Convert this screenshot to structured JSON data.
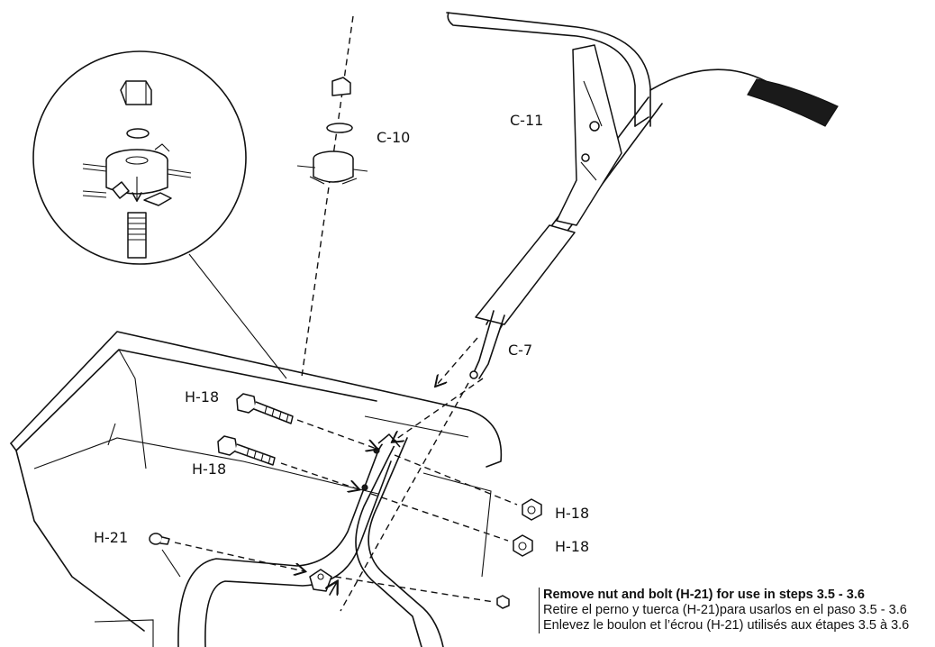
{
  "labels": {
    "c10": "C-10",
    "c11": "C-11",
    "c7": "C-7",
    "h18_a": "H-18",
    "h18_b": "H-18",
    "h18_c": "H-18",
    "h18_d": "H-18",
    "h21": "H-21"
  },
  "note": {
    "en": "Remove nut and bolt (H-21) for use in steps 3.5 - 3.6",
    "es": "Retire el perno y tuerca (H-21)para usarlos en el paso 3.5 - 3.6",
    "fr": "Enlevez le boulon et l’écrou (H-21) utilisés aux étapes 3.5 à 3.6"
  },
  "icons": [
    "detail-magnifier-circle",
    "handle-grip",
    "hopper",
    "bolt",
    "nut",
    "screw",
    "dashed-assembly-arrow"
  ]
}
